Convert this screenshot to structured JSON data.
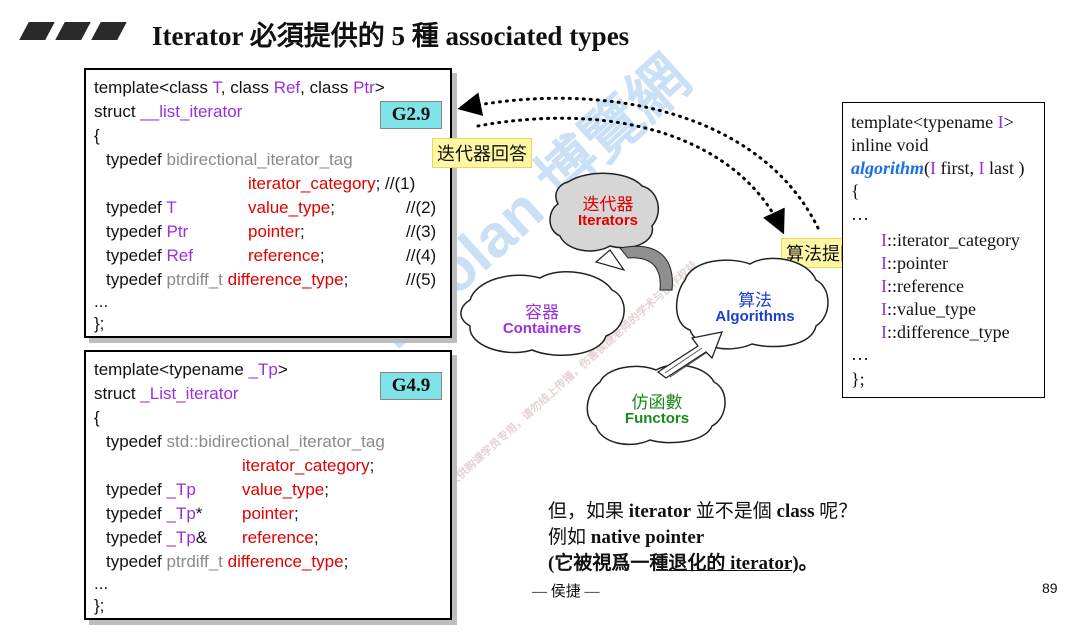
{
  "title": "Iterator 必須提供的 5 種 associated types",
  "g29": {
    "tag": "G2.9",
    "lines": [
      [
        "template<class ",
        "T",
        ", class ",
        "Ref",
        ", class ",
        "Ptr",
        ">"
      ],
      [
        "struct ",
        "__list_iterator"
      ],
      [
        "{"
      ],
      [
        "typedef ",
        "bidirectional_iterator_tag"
      ],
      [
        "iterator_category",
        ";",
        " //(1)"
      ],
      [
        "typedef ",
        "T",
        "value_type",
        ";",
        "//(2)"
      ],
      [
        "typedef ",
        "Ptr",
        "pointer",
        ";",
        "//(3)"
      ],
      [
        "typedef ",
        "Ref",
        "reference",
        ";",
        "//(4)"
      ],
      [
        "typedef ",
        "ptrdiff_t ",
        "difference_type",
        ";",
        "//(5)"
      ],
      [
        "..."
      ],
      [
        "};"
      ]
    ]
  },
  "g49": {
    "tag": "G4.9",
    "lines": [
      [
        "template<typename ",
        "_Tp",
        ">"
      ],
      [
        "struct ",
        "_List_iterator"
      ],
      [
        "{"
      ],
      [
        "typedef ",
        "std::bidirectional_iterator_tag"
      ],
      [
        "iterator_category",
        ";"
      ],
      [
        "typedef ",
        "_Tp",
        "value_type",
        ";"
      ],
      [
        "typedef ",
        "_Tp",
        "*",
        "pointer",
        ";"
      ],
      [
        "typedef ",
        "_Tp",
        "&",
        "reference",
        ";"
      ],
      [
        "typedef ",
        "ptrdiff_t ",
        "difference_type",
        ";"
      ],
      [
        "..."
      ],
      [
        "};"
      ]
    ]
  },
  "answer_label": "迭代器回答",
  "ask_label": "算法提問",
  "algo_box": {
    "lines": [
      [
        "template<typename ",
        "I",
        ">"
      ],
      [
        "inline void"
      ],
      [
        "algorithm",
        "(",
        "I",
        " first, ",
        "I",
        " last )"
      ],
      [
        "{"
      ],
      [
        "…"
      ],
      [
        "I",
        "::iterator_category"
      ],
      [
        "I",
        "::pointer"
      ],
      [
        "I",
        "::reference"
      ],
      [
        "I",
        "::value_type"
      ],
      [
        "I",
        "::difference_type"
      ],
      [
        "…"
      ],
      [
        "};"
      ]
    ]
  },
  "diagram": {
    "iterators": {
      "cn": "迭代器",
      "en": "Iterators"
    },
    "containers": {
      "cn": "容器",
      "en": "Containers"
    },
    "algorithms": {
      "cn": "算法",
      "en": "Algorithms"
    },
    "functors": {
      "cn": "仿函數",
      "en": "Functors"
    }
  },
  "question": {
    "l1a": "但，如果 ",
    "l1b": "iterator",
    "l1c": " 並不是個 ",
    "l1d": "class",
    "l1e": " 呢？",
    "l2a": "例如 ",
    "l2b": "native pointer",
    "l3a": "(它被視爲一種",
    "l3b": "退化的 iterator",
    "l3c": ")。"
  },
  "author": "— 侯捷 —",
  "page_number": "89",
  "watermark": {
    "big": "Boolan 博覽網",
    "small": "本讲义仅供购课学员专用，请勿线上传播，伤害侯捷老师的学术与创作权益"
  },
  "colors": {
    "purple": "#9b30d8",
    "red": "#e00000",
    "tag_bg": "#7fe3e8",
    "label_bg": "#fff7a3",
    "algo_blue": "#1c6fe0"
  }
}
